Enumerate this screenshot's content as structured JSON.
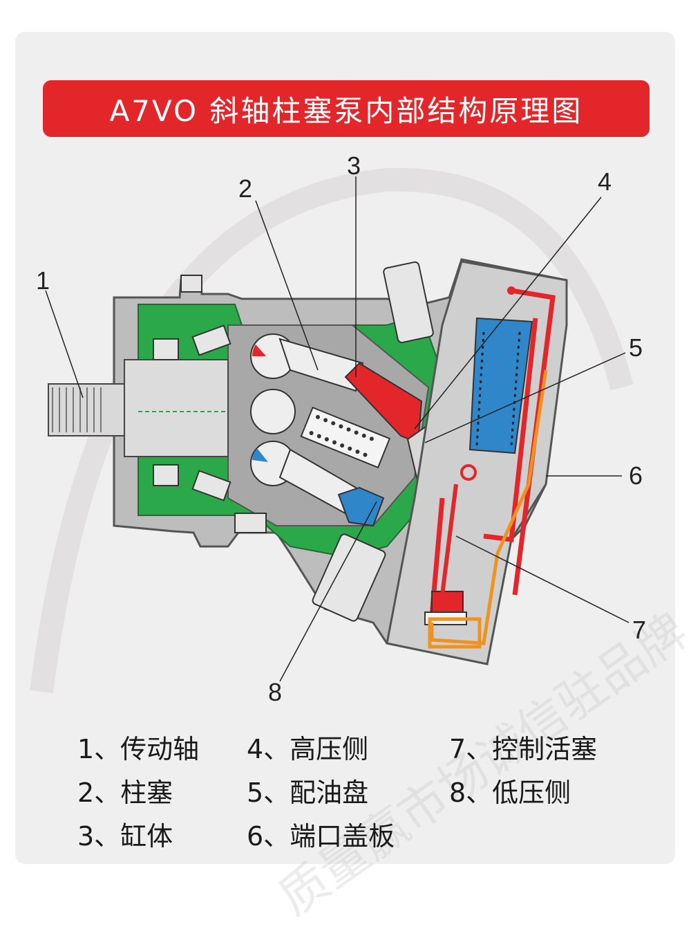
{
  "title": "A7VO 斜轴柱塞泵内部结构原理图",
  "callouts": [
    "1",
    "2",
    "3",
    "4",
    "5",
    "6",
    "7",
    "8"
  ],
  "legend": [
    {
      "text": "1、传动轴"
    },
    {
      "text": "2、柱塞"
    },
    {
      "text": "3、缸体"
    },
    {
      "text": "4、高压侧"
    },
    {
      "text": "5、配油盘"
    },
    {
      "text": "6、端口盖板"
    },
    {
      "text": "7、控制活塞"
    },
    {
      "text": "8、低压侧"
    }
  ],
  "watermark": "质量赢市场诚信驻品牌",
  "colors": {
    "title_bg": "#e3262a",
    "housing": "#bdbdbd",
    "oil_green": "#2aa84a",
    "high_pressure": "#e3262a",
    "low_pressure": "#2f86c9",
    "control_orange": "#f0921e"
  }
}
